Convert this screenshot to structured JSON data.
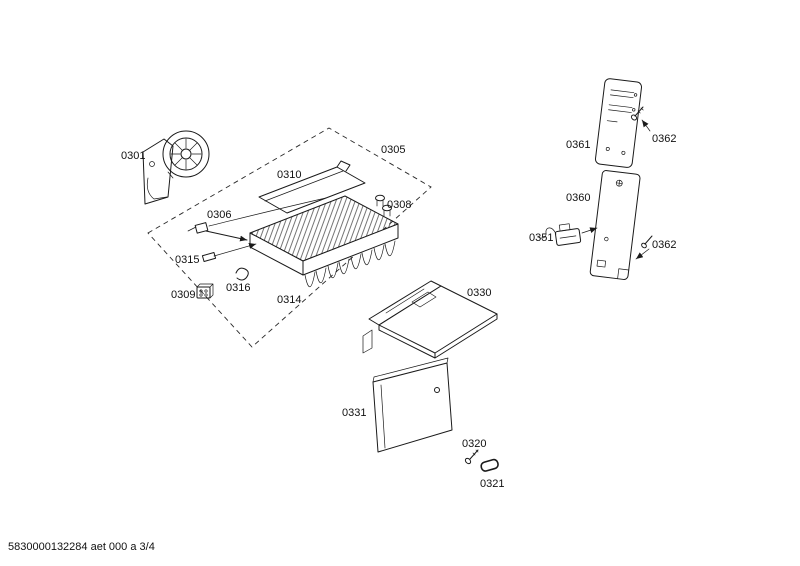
{
  "labels": {
    "0301": "0301",
    "0305": "0305",
    "0306": "0306",
    "0308": "0308",
    "0309": "0309",
    "0310": "0310",
    "0314": "0314",
    "0315": "0315",
    "0316": "0316",
    "0320": "0320",
    "0321": "0321",
    "0330": "0330",
    "0331": "0331",
    "0351": "0351",
    "0360": "0360",
    "0361": "0361",
    "0362": "0362"
  },
  "footer": {
    "doc_ref": "5830000132284 aet 000 a 3/4"
  }
}
